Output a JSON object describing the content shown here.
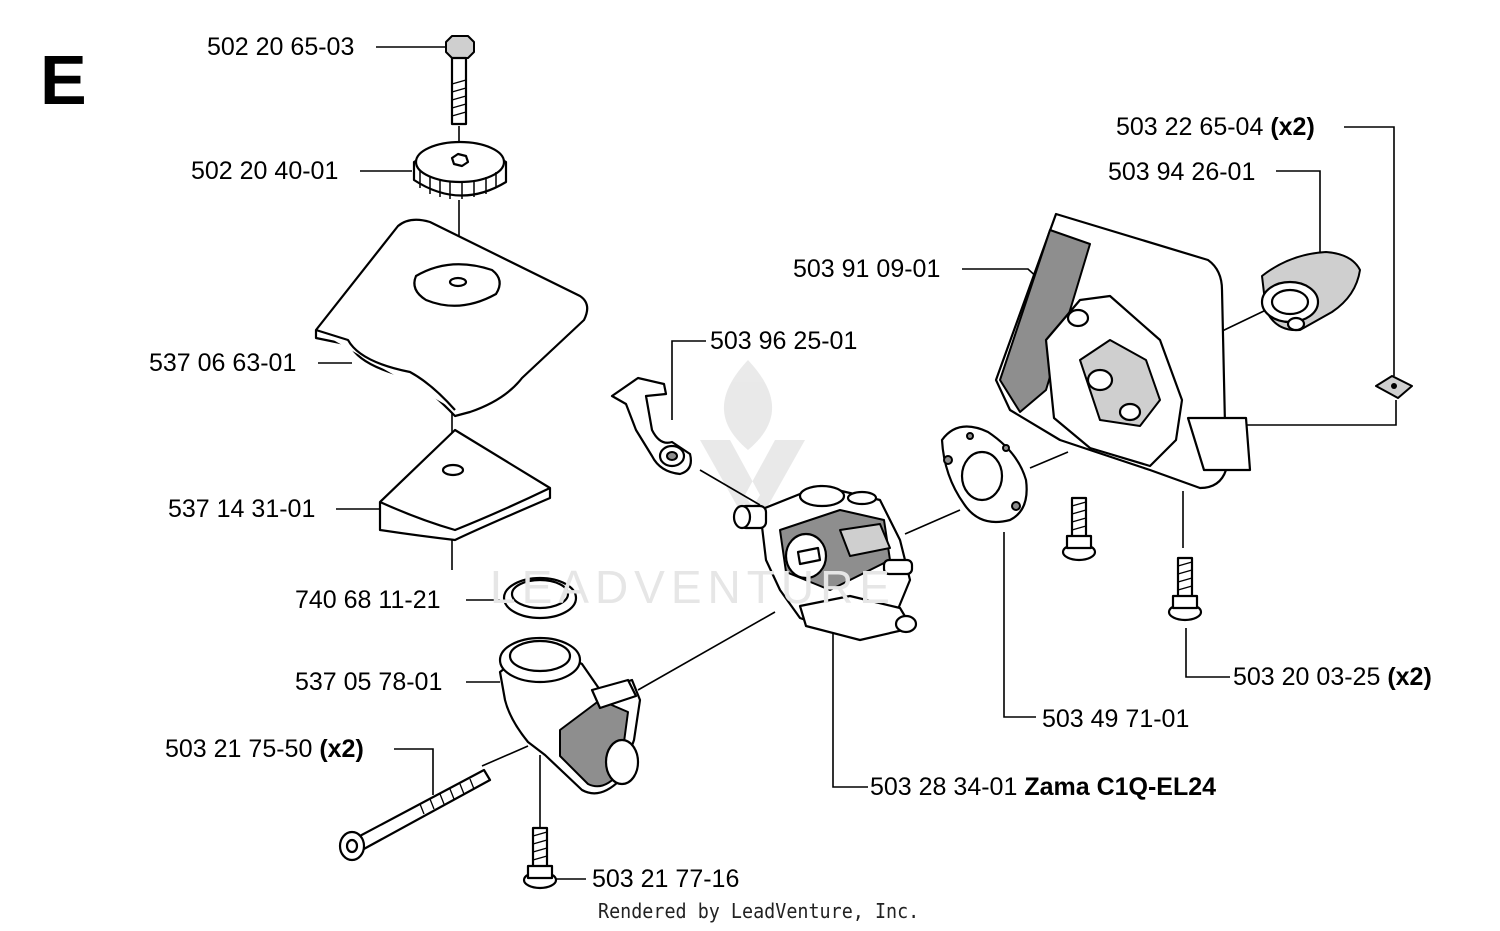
{
  "section_letter": "E",
  "footer": "Rendered by LeadVenture, Inc.",
  "watermark": "LEADVENTURE",
  "parts": [
    {
      "number": "502 20 65-03",
      "suffix": ""
    },
    {
      "number": "502 20 40-01",
      "suffix": ""
    },
    {
      "number": "537 06 63-01",
      "suffix": ""
    },
    {
      "number": "537 14 31-01",
      "suffix": ""
    },
    {
      "number": "740 68 11-21",
      "suffix": ""
    },
    {
      "number": "537 05 78-01",
      "suffix": ""
    },
    {
      "number": "503 21 75-50",
      "suffix": "(x2)"
    },
    {
      "number": "503 21 77-16",
      "suffix": ""
    },
    {
      "number": "503 96 25-01",
      "suffix": ""
    },
    {
      "number": "503 28 34-01",
      "suffix": "Zama C1Q-EL24"
    },
    {
      "number": "503 49 71-01",
      "suffix": ""
    },
    {
      "number": "503 91 09-01",
      "suffix": ""
    },
    {
      "number": "503 22 65-04",
      "suffix": "(x2)"
    },
    {
      "number": "503 94 26-01",
      "suffix": ""
    },
    {
      "number": "503 20 03-25",
      "suffix": "(x2)"
    }
  ]
}
